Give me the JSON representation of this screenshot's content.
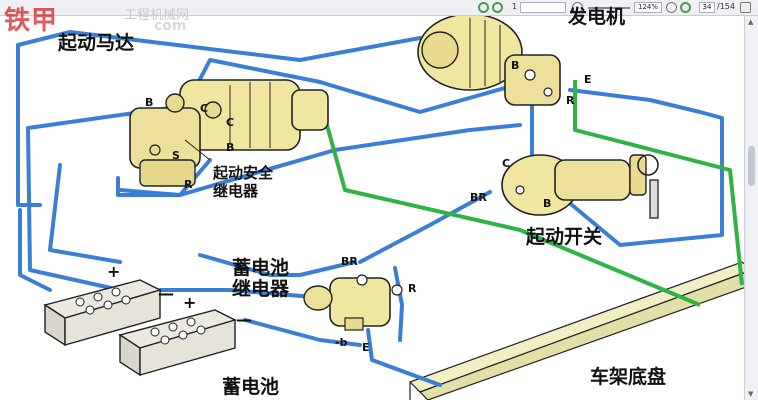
{
  "toolbar": {
    "page_number": "1",
    "zoom": "124%",
    "current_page": "34",
    "total_pages": "/154"
  },
  "watermark": {
    "logo_text": "铁甲",
    "site_name": "工程机械网",
    "domain": "com"
  },
  "labels": {
    "starter_motor": "起动马达",
    "alternator": "发电机",
    "starter_safety_relay_1": "起动安全",
    "starter_safety_relay_2": "继电器",
    "start_switch": "起动开关",
    "battery_relay_1": "蓄电池",
    "battery_relay_2": "继电器",
    "battery": "蓄电池",
    "frame_chassis": "车架底盘"
  },
  "terminals": {
    "starter_b": "B",
    "relay_c_top": "C",
    "relay_c": "C",
    "relay_b": "B",
    "relay_s": "S",
    "relay_r": "R",
    "alt_b": "B",
    "alt_e": "E",
    "alt_r": "R",
    "switch_c": "C",
    "switch_br": "BR",
    "switch_b": "B",
    "brelay_br": "BR",
    "brelay_r": "R",
    "brelay_b": "-b",
    "brelay_e": "E",
    "bat1_plus": "+",
    "bat1_minus": "—",
    "bat2_plus": "+",
    "bat2_minus": "—"
  },
  "colors": {
    "wire_blue": "#3a7fd5",
    "wire_green": "#2fb345",
    "component_yellow": "#f1e6a0",
    "outline": "#222222"
  }
}
